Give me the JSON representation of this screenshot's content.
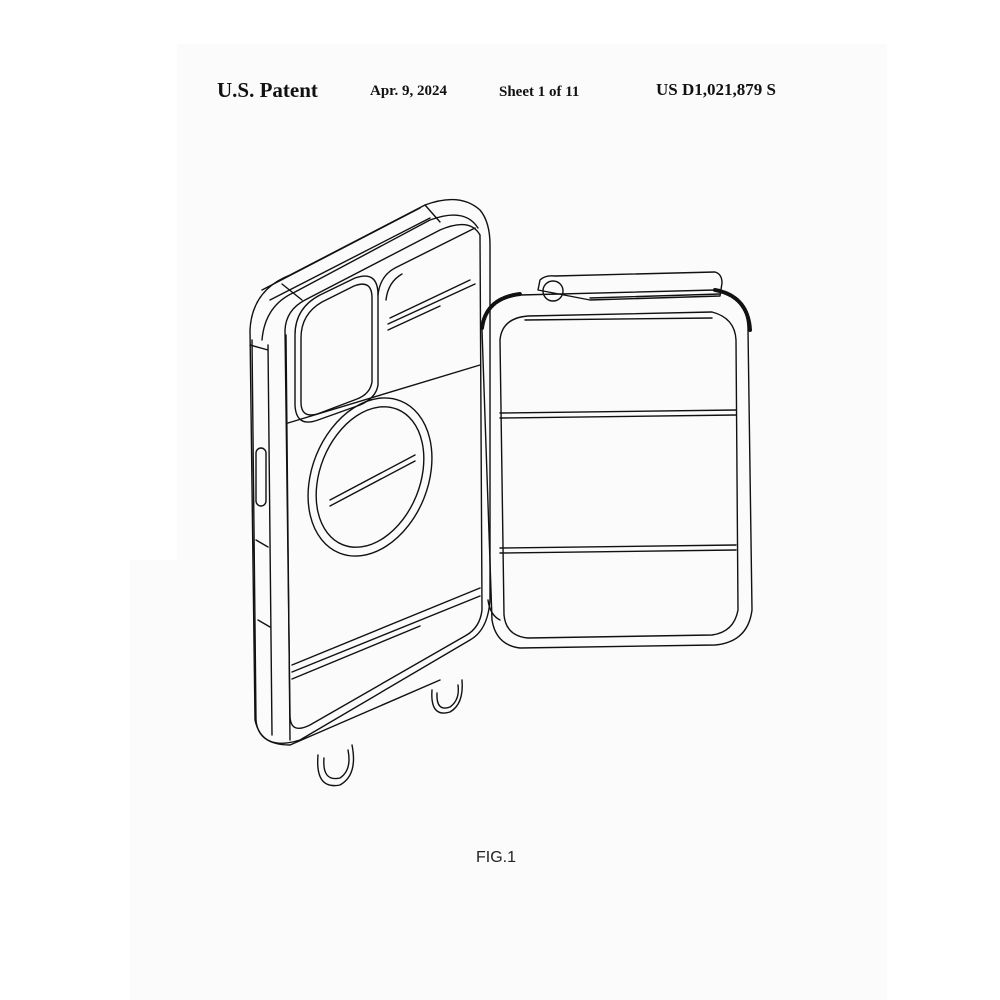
{
  "header": {
    "title": "U.S. Patent",
    "date": "Apr. 9, 2024",
    "sheet": "Sheet 1 of 11",
    "patent_number": "US D1,021,879 S"
  },
  "figure": {
    "label": "FIG.1",
    "description": "Perspective line drawing of a phone case with a circular magnetic ring on the back, a hinged zippered wallet/pouch attached on the right side with a zipper pull at top, and two D-ring lanyard loops at the bottom edge."
  },
  "colors": {
    "paper": "#fbfbfb",
    "ink": "#111111"
  }
}
